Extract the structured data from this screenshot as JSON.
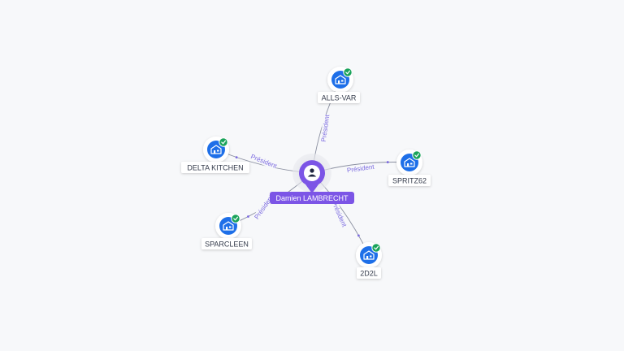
{
  "colors": {
    "edge": "#8a8fa0",
    "edge_label": "#7b6ae0",
    "center": "#7c55e6",
    "company_icon": "#1e6fe8",
    "check_badge": "#1aa35a"
  },
  "center": {
    "name": "Damien LAMBRECHT",
    "icon": "person-icon"
  },
  "companies": [
    {
      "name": "ALLS-VAR",
      "role": "Président",
      "icon": "building-icon"
    },
    {
      "name": "SPRITZ62",
      "role": "Président",
      "icon": "building-icon"
    },
    {
      "name": "2D2L",
      "role": "Président",
      "icon": "building-icon"
    },
    {
      "name": "SPARCLEEN",
      "role": "Président",
      "icon": "building-icon"
    },
    {
      "name": "DELTA KITCHEN",
      "role": "Président",
      "icon": "building-icon"
    }
  ]
}
